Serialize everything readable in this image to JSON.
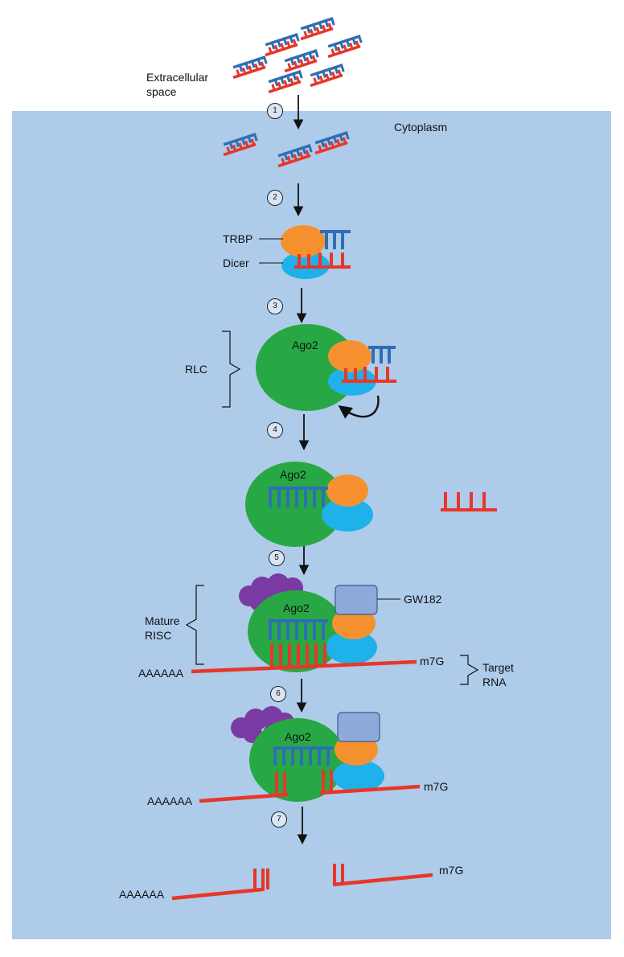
{
  "regions": {
    "extracellular": "Extracellular space",
    "cytoplasm": "Cytoplasm"
  },
  "proteins": {
    "trbp": "TRBP",
    "dicer": "Dicer",
    "ago2": "Ago2",
    "gw182": "GW182"
  },
  "complexes": {
    "rlc": "RLC",
    "risc": "Mature RISC",
    "target": "Target RNA"
  },
  "rna": {
    "poly_a": "AAAAAA",
    "cap": "m7G"
  },
  "steps": [
    "1",
    "2",
    "3",
    "4",
    "5",
    "6",
    "7"
  ],
  "colors": {
    "cytoplasm": "#aecbea",
    "guide_strand": "#2e6fb4",
    "passenger_strand": "#e8362a",
    "trbp": "#f5922f",
    "dicer": "#1fb1ea",
    "ago2": "#27a844",
    "gw182": "#8eaadb",
    "partner": "#7a3aa4"
  }
}
